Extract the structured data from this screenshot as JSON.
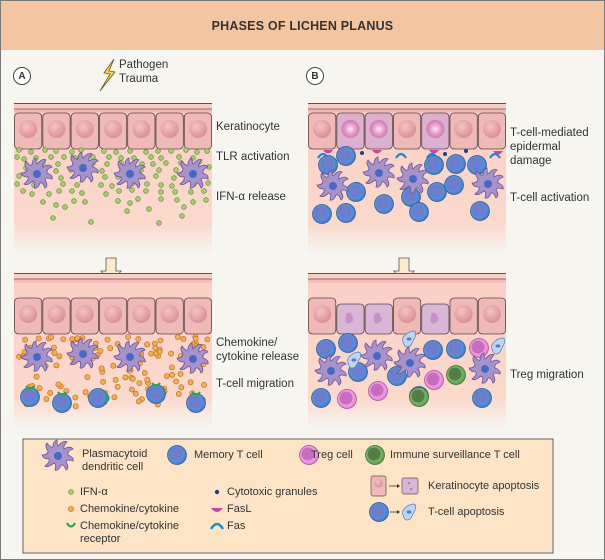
{
  "title": "PHASES OF LICHEN PLANUS",
  "colors": {
    "header_bg": "#f4c5a1",
    "background": "#f6f5f0",
    "skin": "#f9cfc4",
    "keratinocyte": "#efb9b8",
    "keratinocyte_apoptotic": "#d8b6d6",
    "ifn_alpha": "#9cc56a",
    "chemokine": "#f0a24a",
    "memory_t_cell": "#4a7cc8",
    "treg_cell": "#de7ad0",
    "immune_surveillance_t_cell": "#5a9a52",
    "dendritic_cell": "#a590c9",
    "legend_bg": "#fde4c6"
  },
  "panel_a": {
    "letter": "A",
    "trigger": [
      "Pathogen",
      "Trauma"
    ],
    "trigger_icon": "lightning-bolt-icon",
    "top_labels": [
      "Keratinocyte",
      "TLR activation",
      "IFN-α release"
    ],
    "bottom_labels": [
      "Chemokine/",
      "cytokine release",
      "T-cell migration"
    ]
  },
  "panel_b": {
    "letter": "B",
    "top_labels": [
      "T-cell-mediated",
      "epidermal",
      "damage",
      "T-cell activation"
    ],
    "bottom_labels": [
      "Treg migration"
    ]
  },
  "legend": {
    "items": [
      {
        "icon": "plasmacytoid-dendritic-cell-icon",
        "label_lines": [
          "Plasmacytoid",
          "dendritic cell"
        ]
      },
      {
        "icon": "memory-t-cell-icon",
        "label": "Memory T cell"
      },
      {
        "icon": "treg-cell-icon",
        "label": "Treg cell"
      },
      {
        "icon": "immune-surveillance-t-cell-icon",
        "label": "Immune surveillance T cell"
      },
      {
        "icon": "ifn-alpha-icon",
        "label": "IFN-α"
      },
      {
        "icon": "chemokine-cytokine-icon",
        "label": "Chemokine/cytokine"
      },
      {
        "icon": "chemokine-receptor-icon",
        "label_lines": [
          "Chemokine/cytokine",
          "receptor"
        ]
      },
      {
        "icon": "cytotoxic-granules-icon",
        "label": "Cytotoxic granules"
      },
      {
        "icon": "fasl-icon",
        "label": "FasL"
      },
      {
        "icon": "fas-icon",
        "label": "Fas"
      },
      {
        "icon": "keratinocyte-apoptosis-icon",
        "label": "Keratinocyte apoptosis"
      },
      {
        "icon": "t-cell-apoptosis-icon",
        "label": "T-cell apoptosis"
      }
    ]
  }
}
